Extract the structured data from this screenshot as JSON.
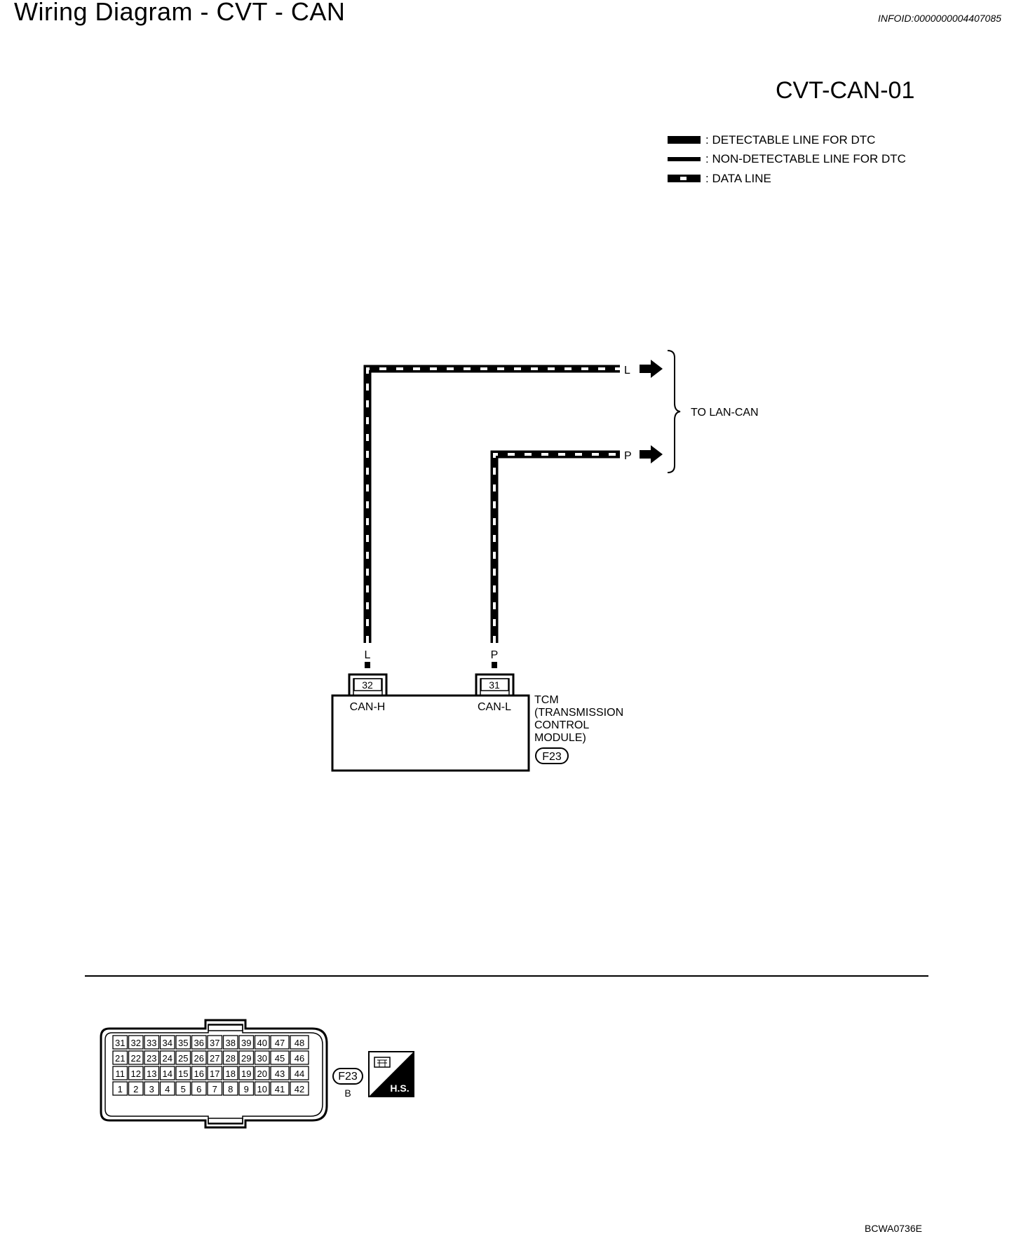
{
  "header": {
    "title": "Wiring Diagram - CVT - CAN",
    "info_id": "INFOID:0000000004407085",
    "sheet_code": "CVT-CAN-01"
  },
  "legend": [
    {
      "style": "detectable",
      "label": ": DETECTABLE LINE FOR DTC"
    },
    {
      "style": "non-detectable",
      "label": ": NON-DETECTABLE LINE FOR DTC"
    },
    {
      "style": "data",
      "label": ": DATA LINE"
    }
  ],
  "wires": {
    "l_label": "L",
    "p_label": "P",
    "destination": "TO LAN-CAN"
  },
  "tcm": {
    "pin_h": "32",
    "pin_l": "31",
    "wire_h": "L",
    "wire_l": "P",
    "can_h": "CAN-H",
    "can_l": "CAN-L",
    "name_lines": [
      "TCM",
      "(TRANSMISSION",
      "CONTROL",
      "MODULE)"
    ],
    "connector_id": "F23"
  },
  "connector_face": {
    "rows": [
      [
        "31",
        "32",
        "33",
        "34",
        "35",
        "36",
        "37",
        "38",
        "39",
        "40",
        "47",
        "48"
      ],
      [
        "21",
        "22",
        "23",
        "24",
        "25",
        "26",
        "27",
        "28",
        "29",
        "30",
        "45",
        "46"
      ],
      [
        "11",
        "12",
        "13",
        "14",
        "15",
        "16",
        "17",
        "18",
        "19",
        "20",
        "43",
        "44"
      ],
      [
        "1",
        "2",
        "3",
        "4",
        "5",
        "6",
        "7",
        "8",
        "9",
        "10",
        "41",
        "42"
      ]
    ],
    "connector_id": "F23",
    "connector_color": "B",
    "hs_label": "H.S."
  },
  "footer": {
    "code": "BCWA0736E"
  }
}
